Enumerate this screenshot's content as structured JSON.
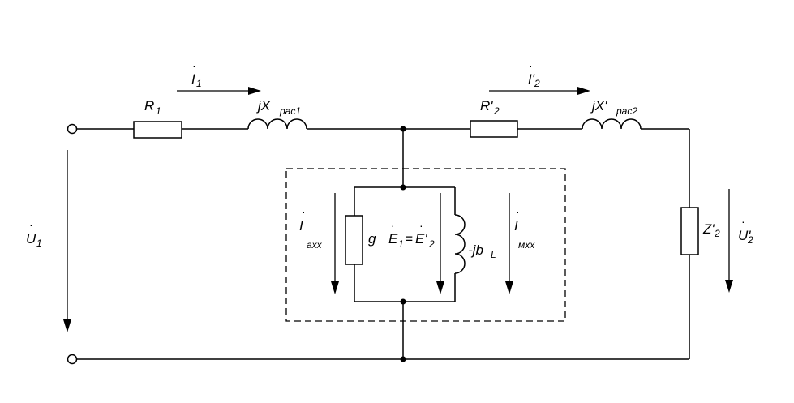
{
  "diagram": {
    "labels": {
      "i1": "I",
      "i1_sub": "1",
      "i2": "I'",
      "i2_sub": "2",
      "r1": "R",
      "r1_sub": "1",
      "x1": "jX",
      "x1_sub": "pac1",
      "r2": "R'",
      "r2_sub": "2",
      "x2": "jX'",
      "x2_sub": "pac2",
      "u1": "U",
      "u1_sub": "1",
      "u2": "U'",
      "u2_sub": "2",
      "z2": "Z'",
      "z2_sub": "2",
      "ia": "I",
      "ia_sub": "axx",
      "g": "g",
      "e": "E",
      "e_sub1": "1",
      "e_eq": "=",
      "e2": "E'",
      "e_sub2": "2",
      "jb": "-jb",
      "jb_sub": "L",
      "im": "I",
      "im_sub": "мхх"
    },
    "dot_accent": "·",
    "colors": {
      "line": "#000000",
      "background": "#ffffff"
    }
  }
}
